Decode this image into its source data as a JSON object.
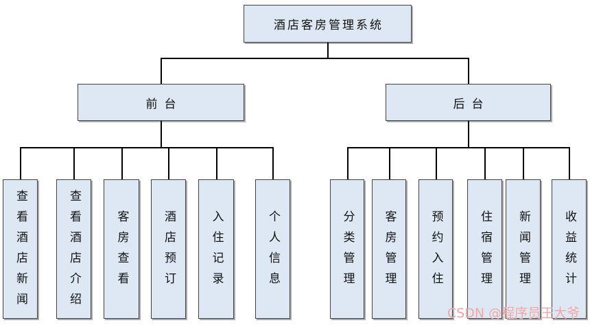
{
  "diagram": {
    "root": "酒店客房管理系统",
    "branches": [
      {
        "label": "前台",
        "children": [
          "查看酒店新闻",
          "查看酒店介绍",
          "客房查看",
          "酒店预订",
          "入住记录",
          "个人信息"
        ]
      },
      {
        "label": "后台",
        "children": [
          "分类管理",
          "客房管理",
          "预约入住",
          "住宿管理",
          "新闻管理",
          "收益统计"
        ]
      }
    ]
  },
  "watermark": "CSDN @程序员王大爷",
  "colors": {
    "box_fill": "#dee8f4",
    "box_border": "#404040",
    "connector": "#000000",
    "watermark_text": "#eea0a0"
  }
}
